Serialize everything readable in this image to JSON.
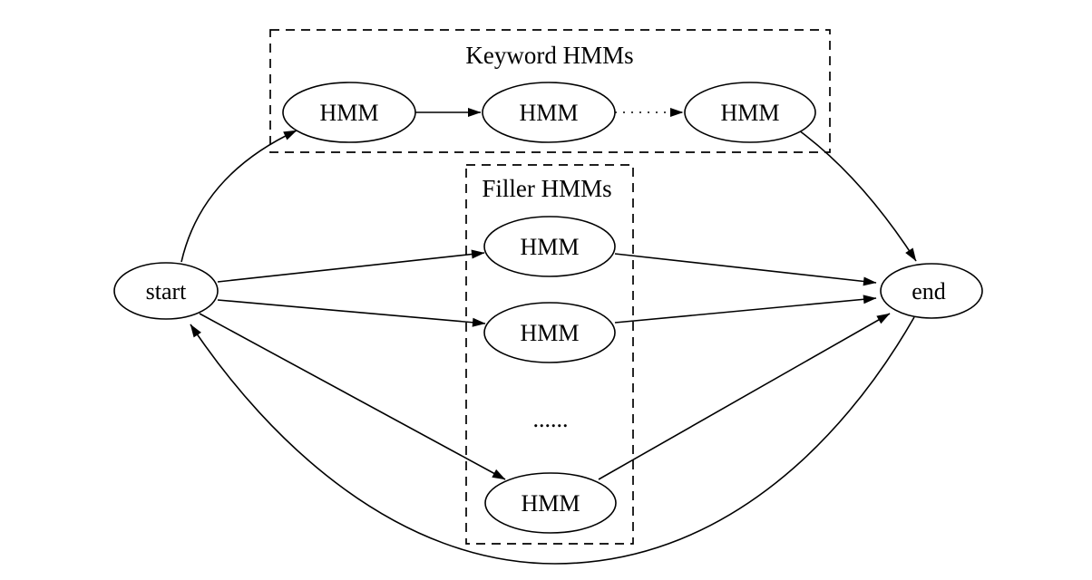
{
  "diagram": {
    "background_color": "#ffffff",
    "line_color": "#000000",
    "start_node": {
      "label": "start"
    },
    "end_node": {
      "label": "end"
    },
    "keyword_group": {
      "label": "Keyword HMMs",
      "border_style": "dashed",
      "nodes": [
        {
          "label": "HMM"
        },
        {
          "label": "HMM"
        },
        {
          "label": "HMM"
        }
      ]
    },
    "filler_group": {
      "label": "Filler HMMs",
      "border_style": "dashed",
      "nodes": [
        {
          "label": "HMM"
        },
        {
          "label": "HMM"
        },
        {
          "label": "HMM"
        }
      ],
      "ellipsis": "......"
    },
    "edges": [
      {
        "from": "start",
        "to": "keyword-hmm-1",
        "style": "solid"
      },
      {
        "from": "keyword-hmm-1",
        "to": "keyword-hmm-2",
        "style": "solid"
      },
      {
        "from": "keyword-hmm-2",
        "to": "keyword-hmm-3",
        "style": "dotted"
      },
      {
        "from": "keyword-hmm-3",
        "to": "end",
        "style": "solid"
      },
      {
        "from": "start",
        "to": "filler-hmm-1",
        "style": "solid"
      },
      {
        "from": "start",
        "to": "filler-hmm-2",
        "style": "solid"
      },
      {
        "from": "start",
        "to": "filler-hmm-3",
        "style": "solid"
      },
      {
        "from": "filler-hmm-1",
        "to": "end",
        "style": "solid"
      },
      {
        "from": "filler-hmm-2",
        "to": "end",
        "style": "solid"
      },
      {
        "from": "filler-hmm-3",
        "to": "end",
        "style": "solid"
      },
      {
        "from": "end",
        "to": "start",
        "style": "solid"
      }
    ]
  }
}
